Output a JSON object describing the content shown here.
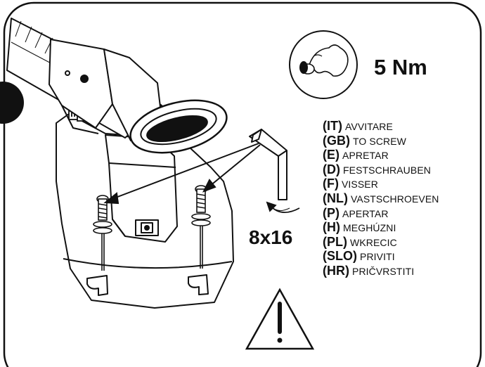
{
  "torque": "5 Nm",
  "bolt_size": "8x16",
  "instructions": [
    {
      "code": "(IT)",
      "text": "AVVITARE"
    },
    {
      "code": "(GB)",
      "text": "TO SCREW"
    },
    {
      "code": "(E)",
      "text": "APRETAR"
    },
    {
      "code": "(D)",
      "text": "FESTSCHRAUBEN"
    },
    {
      "code": "(F)",
      "text": "VISSER"
    },
    {
      "code": "(NL)",
      "text": "VASTSCHROEVEN"
    },
    {
      "code": "(P)",
      "text": "APERTAR"
    },
    {
      "code": "(H)",
      "text": "MEGHÚZNI"
    },
    {
      "code": "(PL)",
      "text": "WKRECIC"
    },
    {
      "code": "(SLO)",
      "text": "PRIVITI"
    },
    {
      "code": "(HR)",
      "text": "PRIČVRSTITI"
    }
  ],
  "icons": [
    "torque-arm-icon",
    "allen-key-icon",
    "warning-icon",
    "rotation-arrow-icon"
  ]
}
